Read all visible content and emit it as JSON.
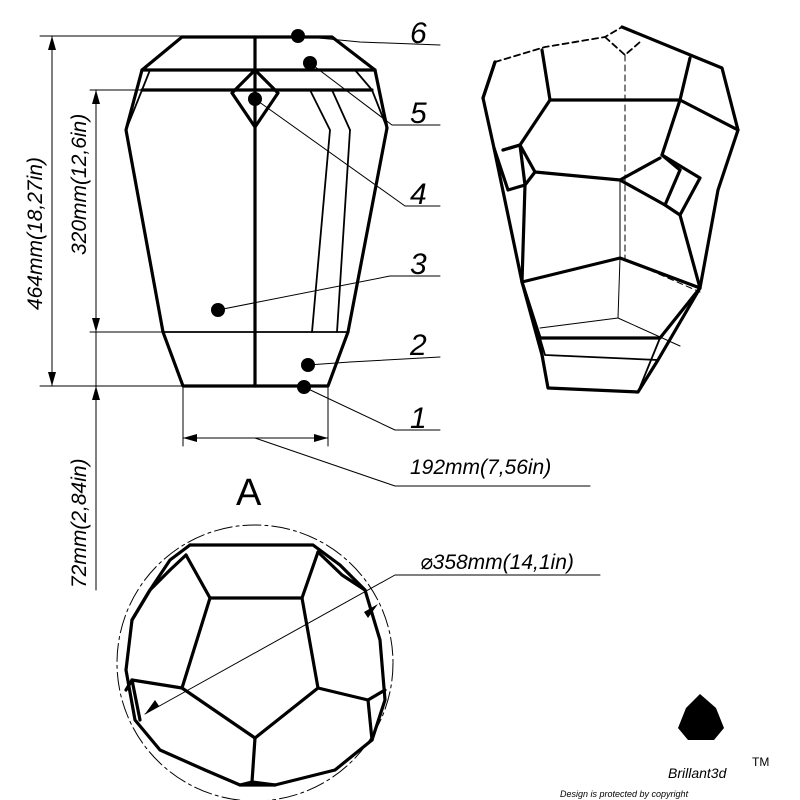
{
  "callouts": [
    "1",
    "2",
    "3",
    "4",
    "5",
    "6"
  ],
  "dimensions": {
    "total_height": "464mm(18,27in)",
    "body_height": "320mm(12,6in)",
    "base_height": "72mm(2,84in)",
    "base_width": "192mm(7,56in)",
    "diameter": "⌀358mm(14,1in)"
  },
  "view_label": "A",
  "brand": {
    "name": "Brillant3d",
    "trademark": "TM",
    "footnote": "Design is protected by copyright"
  }
}
